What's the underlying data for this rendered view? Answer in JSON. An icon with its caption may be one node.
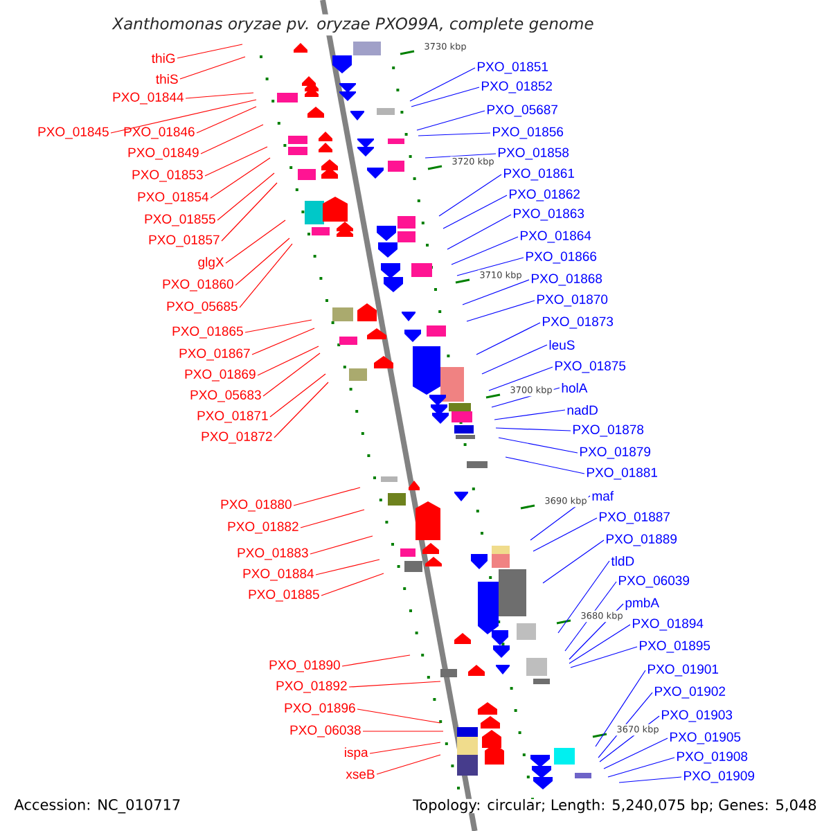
{
  "diagram": {
    "title": "Xanthomonas oryzae pv. oryzae PXO99A, complete genome",
    "nodes": [
      {
        "text": [
          "thiG"
        ]
      },
      {
        "text": [
          "thiS"
        ]
      },
      {
        "text": [
          "PXO_01844"
        ]
      },
      {
        "text": [
          "PXO_01845"
        ]
      },
      {
        "text": [
          "PXO_01846"
        ]
      },
      {
        "text": [
          "PXO_01849"
        ]
      },
      {
        "text": [
          "PXO_01853"
        ]
      },
      {
        "text": [
          "PXO_01854"
        ]
      },
      {
        "text": [
          "PXO_01855"
        ]
      },
      {
        "text": [
          "PXO_01857"
        ]
      },
      {
        "text": [
          "glgX"
        ]
      },
      {
        "text": [
          "PXO_01860"
        ]
      },
      {
        "text": [
          "PXO_05685"
        ]
      },
      {
        "text": [
          "PXO_01865"
        ]
      },
      {
        "text": [
          "PXO_01867"
        ]
      },
      {
        "text": [
          "PXO_01869"
        ]
      },
      {
        "text": [
          "PXO_05683"
        ]
      },
      {
        "text": [
          "PXO_01871"
        ]
      },
      {
        "text": [
          "PXO_01872"
        ]
      },
      {
        "text": [
          "PXO_01880"
        ]
      },
      {
        "text": [
          "PXO_01882"
        ]
      },
      {
        "text": [
          "PXO_01883"
        ]
      },
      {
        "text": [
          "PXO_01884"
        ]
      },
      {
        "text": [
          "PXO_01885"
        ]
      },
      {
        "text": [
          "PXO_01890"
        ]
      },
      {
        "text": [
          "PXO_01892"
        ]
      },
      {
        "text": [
          "PXO_01896"
        ]
      },
      {
        "text": [
          "PXO_06038"
        ]
      },
      {
        "text": [
          "ispa"
        ]
      },
      {
        "text": [
          "xseB"
        ]
      },
      {
        "text": [
          "PXO_01851"
        ]
      },
      {
        "text": [
          "PXO_01852"
        ]
      },
      {
        "text": [
          "PXO_05687"
        ]
      },
      {
        "text": [
          "PXO_01856"
        ]
      },
      {
        "text": [
          "PXO_01858"
        ]
      },
      {
        "text": [
          "PXO_01861"
        ]
      },
      {
        "text": [
          "PXO_01862"
        ]
      },
      {
        "text": [
          "PXO_01863"
        ]
      },
      {
        "text": [
          "PXO_01864"
        ]
      },
      {
        "text": [
          "PXO_01866"
        ]
      },
      {
        "text": [
          "PXO_01868"
        ]
      },
      {
        "text": [
          "PXO_01870"
        ]
      },
      {
        "text": [
          "PXO_01873"
        ]
      },
      {
        "text": [
          "leuS"
        ]
      },
      {
        "text": [
          "PXO_01875"
        ]
      },
      {
        "text": [
          "holA"
        ]
      },
      {
        "text": [
          "nadD"
        ]
      },
      {
        "text": [
          "PXO_01878"
        ]
      },
      {
        "text": [
          "PXO_01879"
        ]
      },
      {
        "text": [
          "PXO_01881"
        ]
      },
      {
        "text": [
          "maf"
        ]
      },
      {
        "text": [
          "PXO_01887"
        ]
      },
      {
        "text": [
          "PXO_01889"
        ]
      },
      {
        "text": [
          "tldD"
        ]
      },
      {
        "text": [
          "PXO_06039"
        ]
      },
      {
        "text": [
          "pmbA"
        ]
      },
      {
        "text": [
          "PXO_01894"
        ]
      },
      {
        "text": [
          "PXO_01895"
        ]
      },
      {
        "text": [
          "PXO_01901"
        ]
      },
      {
        "text": [
          "PXO_01902"
        ]
      },
      {
        "text": [
          "PXO_01903"
        ]
      },
      {
        "text": [
          "PXO_01905"
        ]
      },
      {
        "text": [
          "PXO_01908"
        ]
      },
      {
        "text": [
          "PXO_01909"
        ]
      }
    ],
    "edges": [
      {
        "from": 0,
        "to": null,
        "arrow": "none",
        "color": "#ff0000"
      },
      {
        "from": 1,
        "to": null,
        "arrow": "none",
        "color": "#ff0000"
      },
      {
        "from": 2,
        "to": null,
        "arrow": "none",
        "color": "#ff0000"
      },
      {
        "from": 3,
        "to": null,
        "arrow": "none",
        "color": "#ff0000"
      },
      {
        "from": 4,
        "to": null,
        "arrow": "none",
        "color": "#ff0000"
      },
      {
        "from": 5,
        "to": null,
        "arrow": "none",
        "color": "#ff0000"
      },
      {
        "from": 6,
        "to": null,
        "arrow": "none",
        "color": "#ff0000"
      },
      {
        "from": 7,
        "to": null,
        "arrow": "none",
        "color": "#ff0000"
      },
      {
        "from": 8,
        "to": null,
        "arrow": "none",
        "color": "#ff0000"
      },
      {
        "from": 9,
        "to": null,
        "arrow": "none",
        "color": "#ff0000"
      },
      {
        "from": 10,
        "to": null,
        "arrow": "none",
        "color": "#ff0000"
      },
      {
        "from": 11,
        "to": null,
        "arrow": "none",
        "color": "#ff0000"
      },
      {
        "from": 12,
        "to": null,
        "arrow": "none",
        "color": "#ff0000"
      },
      {
        "from": 13,
        "to": null,
        "arrow": "none",
        "color": "#ff0000"
      },
      {
        "from": 14,
        "to": null,
        "arrow": "none",
        "color": "#ff0000"
      },
      {
        "from": 15,
        "to": null,
        "arrow": "none",
        "color": "#ff0000"
      },
      {
        "from": 16,
        "to": null,
        "arrow": "none",
        "color": "#ff0000"
      },
      {
        "from": 17,
        "to": null,
        "arrow": "none",
        "color": "#ff0000"
      },
      {
        "from": 18,
        "to": null,
        "arrow": "none",
        "color": "#ff0000"
      },
      {
        "from": 19,
        "to": null,
        "arrow": "none",
        "color": "#ff0000"
      },
      {
        "from": 20,
        "to": null,
        "arrow": "none",
        "color": "#ff0000"
      },
      {
        "from": 21,
        "to": null,
        "arrow": "none",
        "color": "#ff0000"
      },
      {
        "from": 22,
        "to": null,
        "arrow": "none",
        "color": "#ff0000"
      },
      {
        "from": 23,
        "to": null,
        "arrow": "none",
        "color": "#ff0000"
      },
      {
        "from": 24,
        "to": null,
        "arrow": "none",
        "color": "#ff0000"
      },
      {
        "from": 25,
        "to": null,
        "arrow": "none",
        "color": "#ff0000"
      },
      {
        "from": 26,
        "to": null,
        "arrow": "none",
        "color": "#ff0000"
      },
      {
        "from": 27,
        "to": null,
        "arrow": "none",
        "color": "#ff0000"
      },
      {
        "from": 28,
        "to": null,
        "arrow": "none",
        "color": "#ff0000"
      },
      {
        "from": 29,
        "to": null,
        "arrow": "none",
        "color": "#ff0000"
      },
      {
        "from": 30,
        "to": null,
        "arrow": "none"
      },
      {
        "from": 31,
        "to": null,
        "arrow": "none"
      },
      {
        "from": 32,
        "to": null,
        "arrow": "none"
      },
      {
        "from": 33,
        "to": null,
        "arrow": "none"
      },
      {
        "from": 34,
        "to": null,
        "arrow": "none"
      },
      {
        "from": 35,
        "to": null,
        "arrow": "none"
      },
      {
        "from": 36,
        "to": null,
        "arrow": "none"
      },
      {
        "from": 37,
        "to": null,
        "arrow": "none"
      },
      {
        "from": 38,
        "to": null,
        "arrow": "none"
      },
      {
        "from": 39,
        "to": null,
        "arrow": "none"
      },
      {
        "from": 40,
        "to": null,
        "arrow": "none"
      },
      {
        "from": 41,
        "to": null,
        "arrow": "none"
      },
      {
        "from": 42,
        "to": null,
        "arrow": "none"
      },
      {
        "from": 43,
        "to": null,
        "arrow": "none"
      },
      {
        "from": 44,
        "to": null,
        "arrow": "none"
      },
      {
        "from": 45,
        "to": null,
        "arrow": "none"
      },
      {
        "from": 46,
        "to": null,
        "arrow": "none"
      },
      {
        "from": 47,
        "to": null,
        "arrow": "none"
      },
      {
        "from": 48,
        "to": null,
        "arrow": "none"
      },
      {
        "from": 49,
        "to": null,
        "arrow": "none"
      },
      {
        "from": 50,
        "to": null,
        "arrow": "none"
      },
      {
        "from": 51,
        "to": null,
        "arrow": "none"
      },
      {
        "from": 52,
        "to": null,
        "arrow": "none"
      },
      {
        "from": 53,
        "to": null,
        "arrow": "none"
      },
      {
        "from": 54,
        "to": null,
        "arrow": "none"
      },
      {
        "from": 55,
        "to": null,
        "arrow": "none"
      },
      {
        "from": 56,
        "to": null,
        "arrow": "none"
      },
      {
        "from": 57,
        "to": null,
        "arrow": "none"
      },
      {
        "from": 58,
        "to": null,
        "arrow": "none"
      },
      {
        "from": 59,
        "to": null,
        "arrow": "none"
      },
      {
        "from": 60,
        "to": null,
        "arrow": "none"
      },
      {
        "from": 61,
        "to": null,
        "arrow": "none"
      },
      {
        "from": 62,
        "to": null,
        "arrow": "none"
      },
      {
        "from": 63,
        "to": null,
        "arrow": "none"
      }
    ],
    "labels": [
      "3730 kbp",
      "3720 kbp",
      "3710 kbp",
      "3700 kbp",
      "3690 kbp",
      "3680 kbp",
      "3670 kbp",
      "Accession: NC_010717",
      "Topology: circular; Length: 5,240,075 bp; Genes: 5,048"
    ]
  }
}
